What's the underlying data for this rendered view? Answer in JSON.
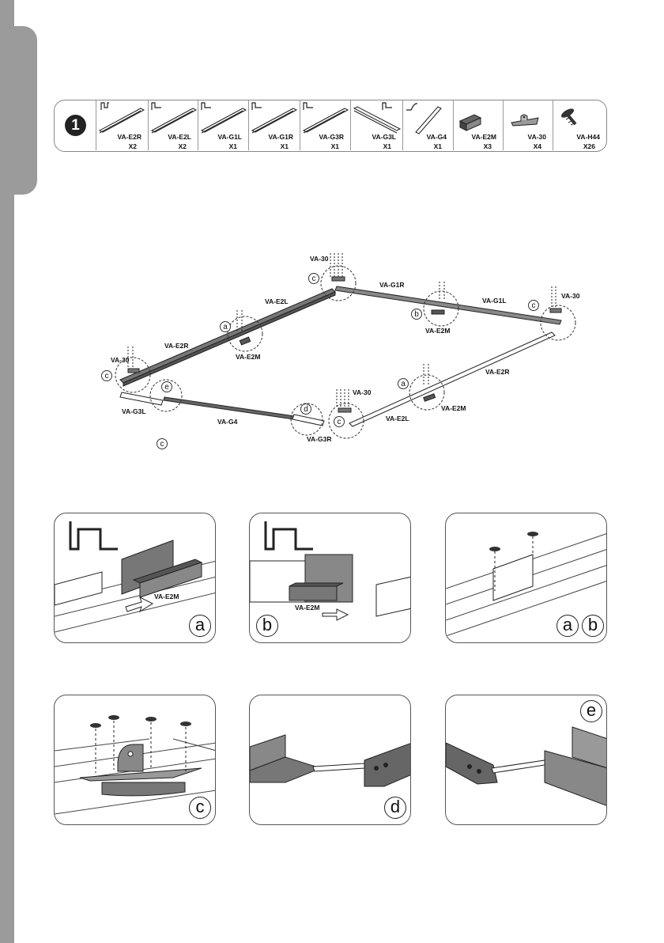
{
  "step": {
    "number": "1"
  },
  "parts": [
    {
      "code": "VA-E2R",
      "qty": "X2"
    },
    {
      "code": "VA-E2L",
      "qty": "X2"
    },
    {
      "code": "VA-G1L",
      "qty": "X1"
    },
    {
      "code": "VA-G1R",
      "qty": "X1"
    },
    {
      "code": "VA-G3R",
      "qty": "X1"
    },
    {
      "code": "VA-G3L",
      "qty": "X1"
    },
    {
      "code": "VA-G4",
      "qty": "X1"
    },
    {
      "code": "VA-E2M",
      "qty": "X3"
    },
    {
      "code": "VA-30",
      "qty": "X4"
    },
    {
      "code": "VA-H44",
      "qty": "X26"
    }
  ],
  "overview": {
    "labels": {
      "va30_top": "VA-30",
      "va_g1r": "VA-G1R",
      "va_g1l": "VA-G1L",
      "va30_right": "VA-30",
      "va_e2l_top": "VA-E2L",
      "va_e2m_b": "VA-E2M",
      "va_e2r_left": "VA-E2R",
      "va_e2m_a_left": "VA-E2M",
      "va30_left": "VA-30",
      "va_e2r_right": "VA-E2R",
      "va_g3l": "VA-G3L",
      "va30_bottom": "VA-30",
      "va_e2m_a_right": "VA-E2M",
      "va_g4": "VA-G4",
      "va_e2l_bottom": "VA-E2L",
      "va_g3r": "VA-G3R"
    },
    "callouts": {
      "c_top": "c",
      "b": "b",
      "c_right": "c",
      "a_left": "a",
      "c_left": "c",
      "e": "e",
      "a_right": "a",
      "d": "d",
      "c_bottom": "c",
      "c_note": "c"
    }
  },
  "details": [
    {
      "label": "a",
      "text": "VA-E2M"
    },
    {
      "label": "b",
      "text": "VA-E2M"
    },
    {
      "label": "a",
      "label2": "b"
    },
    {
      "label": "c"
    },
    {
      "label": "d"
    },
    {
      "label": "e"
    }
  ]
}
